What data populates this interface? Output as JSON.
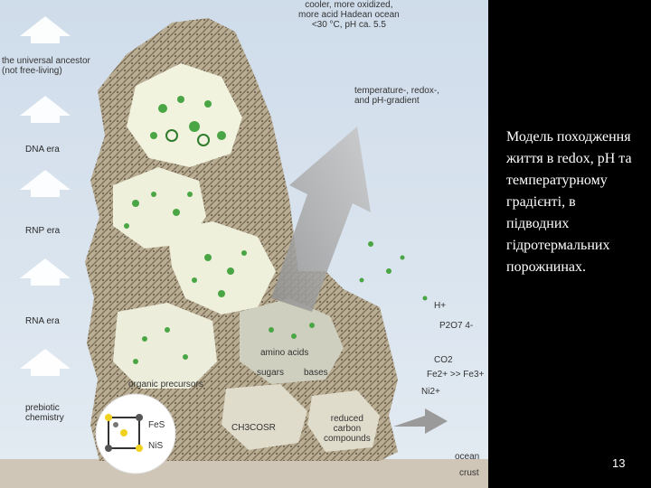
{
  "figure": {
    "top_label": "cooler, more oxidized,\nmore acid Hadean ocean\n<30 °C, pH ca. 5.5",
    "ancestor_label": "the universal ancestor\n(not free-living)",
    "gradient_label": "temperature-, redox-,\nand pH-gradient",
    "eras": [
      "DNA era",
      "RNP era",
      "RNA era",
      "prebiotic\nchemistry"
    ],
    "organic_precursors": "organic precursors",
    "amino_acids": "amino acids",
    "sugars": "sugars",
    "bases": "bases",
    "ch3cosr": "CH3COSR",
    "reduced_carbon": "reduced\ncarbon\ncompounds",
    "fes": "FeS",
    "nis": "NiS",
    "h_plus": "H+",
    "p2o7": "P2O7 4-",
    "co2": "CO2",
    "fe_couple": "Fe2+ >> Fe3+",
    "ni": "Ni2+",
    "ocean": "ocean",
    "crust": "crust"
  },
  "caption": "Модель походження життя в redox, pH та температурному градієнті, в підводних гідротермальних порожнинах.",
  "page_number": "13",
  "colors": {
    "background": "#d8e4ef",
    "panel": "#000000",
    "crust": "#cfc6b8",
    "green": "#3f9a3a"
  }
}
